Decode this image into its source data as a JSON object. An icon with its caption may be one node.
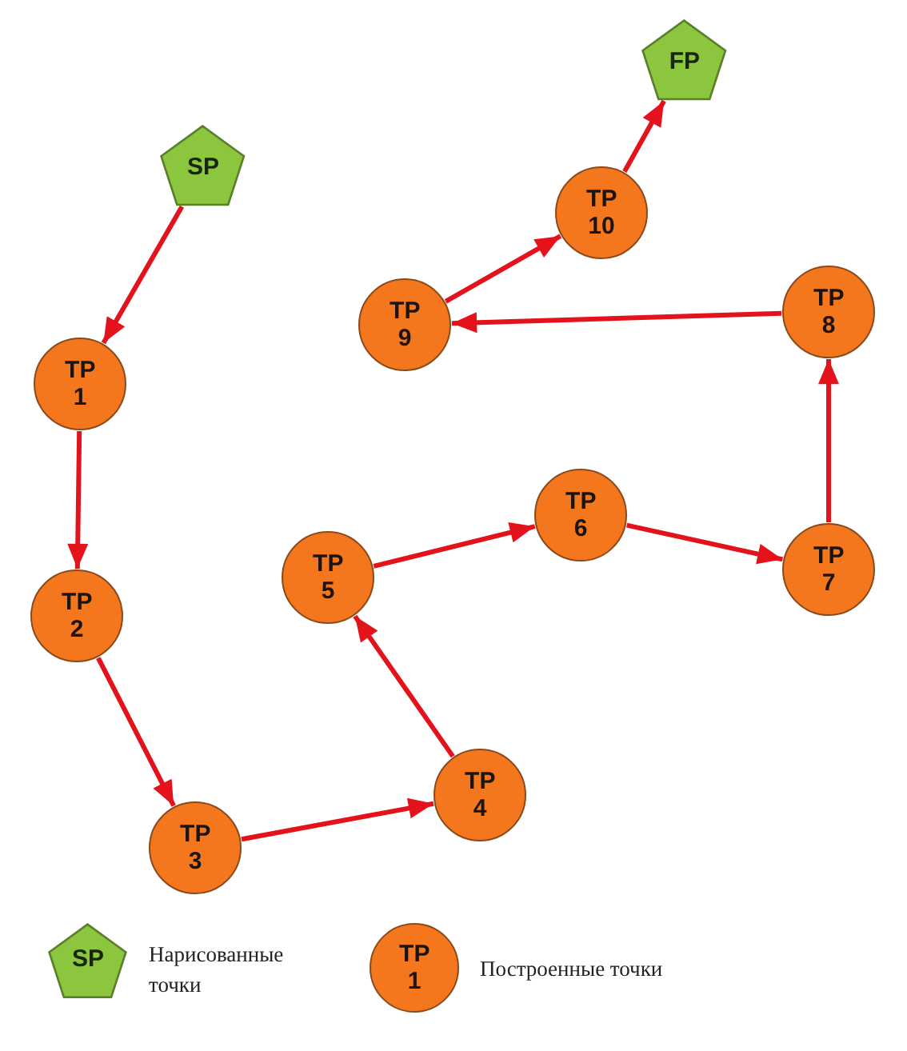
{
  "diagram": {
    "nodes": [
      {
        "text": [
          "SP"
        ]
      },
      {
        "text": [
          "TP 1"
        ]
      },
      {
        "text": [
          "TP 2"
        ]
      },
      {
        "text": [
          "TP 3"
        ]
      },
      {
        "text": [
          "TP 4"
        ]
      },
      {
        "text": [
          "TP 5"
        ]
      },
      {
        "text": [
          "TP 6"
        ]
      },
      {
        "text": [
          "TP 7"
        ]
      },
      {
        "text": [
          "TP 8"
        ]
      },
      {
        "text": [
          "TP 9"
        ]
      },
      {
        "text": [
          "TP 10"
        ]
      },
      {
        "text": [
          "FP"
        ]
      }
    ],
    "edges": [
      {
        "from": 0,
        "to": 1,
        "arrow": "to"
      },
      {
        "from": 1,
        "to": 2,
        "arrow": "to"
      },
      {
        "from": 2,
        "to": 3,
        "arrow": "to"
      },
      {
        "from": 3,
        "to": 4,
        "arrow": "to"
      },
      {
        "from": 4,
        "to": 5,
        "arrow": "to"
      },
      {
        "from": 5,
        "to": 6,
        "arrow": "to"
      },
      {
        "from": 6,
        "to": 7,
        "arrow": "to"
      },
      {
        "from": 7,
        "to": 8,
        "arrow": "to"
      },
      {
        "from": 8,
        "to": 9,
        "arrow": "to"
      },
      {
        "from": 9,
        "to": 10,
        "arrow": "to"
      },
      {
        "from": 10,
        "to": 11,
        "arrow": "to"
      }
    ],
    "labels": [
      "SP",
      "TP 1"
    ],
    "legend": [
      {
        "text": "Нарисованные точки"
      },
      {
        "text": "Построенные точки"
      }
    ]
  }
}
